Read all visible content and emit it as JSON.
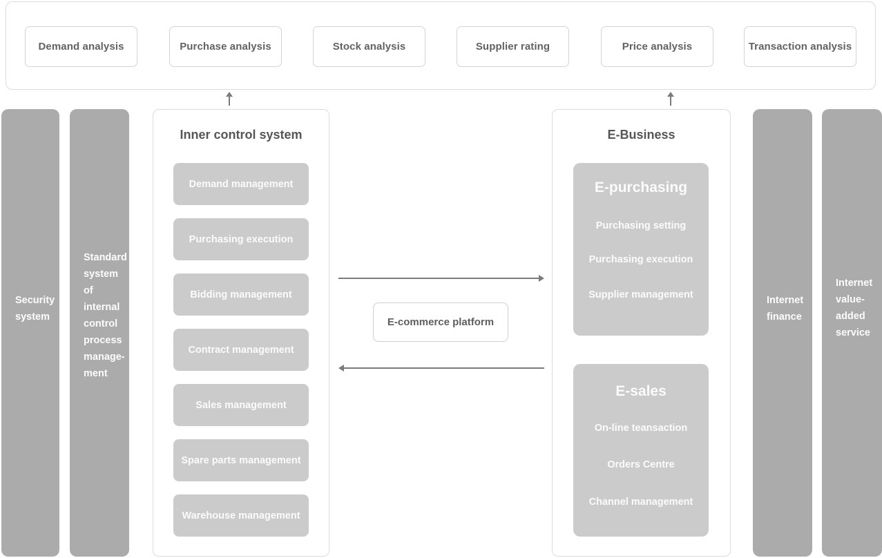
{
  "colors": {
    "bar_gray": "#ababab",
    "block_gray": "#cbcbcb",
    "panel_border": "#dcdcdc",
    "arrow_gray": "#7a7a7a",
    "title_text": "#565656",
    "light_text": "#fbfbfb"
  },
  "top_panel": {
    "boxes": [
      "Demand analysis",
      "Purchase analysis",
      "Stock analysis",
      "Supplier rating",
      "Price analysis",
      "Transaction analysis"
    ]
  },
  "sidebars": {
    "security": [
      "Security",
      "system"
    ],
    "standard": [
      "Standard",
      "system of",
      "internal",
      "control",
      "process",
      "manage-",
      "ment"
    ],
    "internet_finance": [
      "Internet",
      "finance"
    ],
    "internet_vas": [
      "Internet",
      "value-",
      "added",
      "service"
    ]
  },
  "inner_control": {
    "title": "Inner control system",
    "items": [
      "Demand management",
      "Purchasing execution",
      "Bidding management",
      "Contract management",
      "Sales management",
      "Spare parts management",
      "Warehouse management"
    ]
  },
  "center": {
    "platform_label": "E-commerce platform"
  },
  "ebusiness": {
    "title": "E-Business",
    "epurchasing": {
      "title": "E-purchasing",
      "items": [
        "Purchasing setting",
        "Purchasing execution",
        "Supplier management"
      ]
    },
    "esales": {
      "title": "E-sales",
      "items": [
        "On-line teansaction",
        "Orders Centre",
        "Channel management"
      ]
    }
  }
}
